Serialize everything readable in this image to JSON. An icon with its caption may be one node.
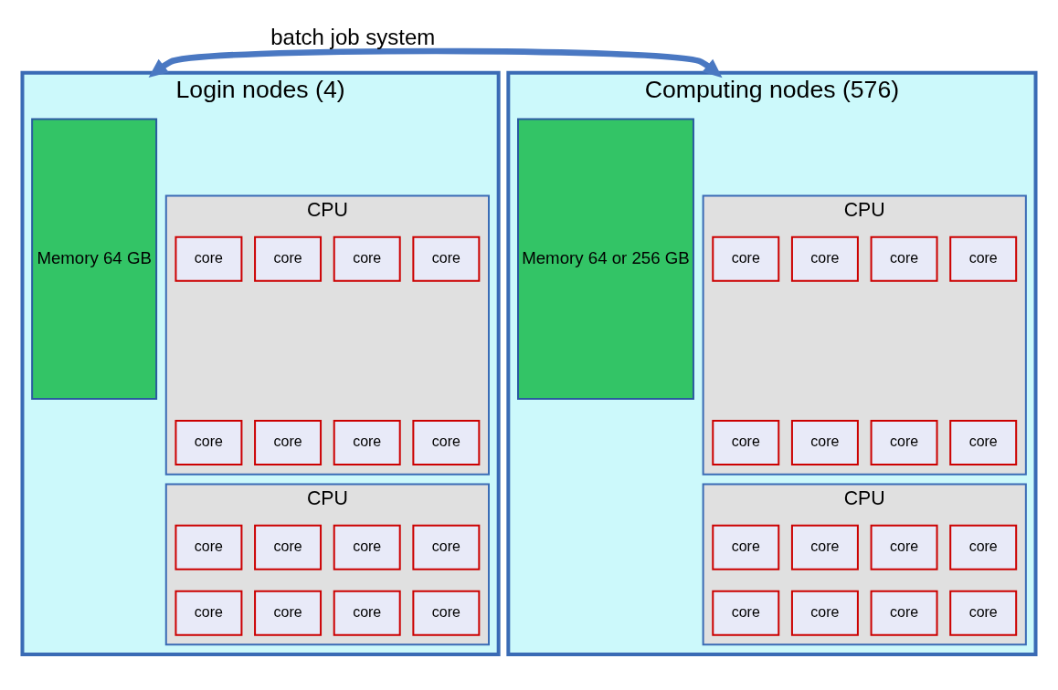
{
  "diagram": {
    "nodes": [
      {
        "text": [
          "Login nodes (4)"
        ]
      },
      {
        "text": [
          "CPU"
        ],
        "in": 0
      },
      {
        "text": [
          "core"
        ],
        "in": 1
      },
      {
        "text": [
          "core"
        ],
        "in": 1
      },
      {
        "text": [
          "core"
        ],
        "in": 1
      },
      {
        "text": [
          "core"
        ],
        "in": 1
      },
      {
        "text": [
          "core"
        ],
        "in": 1
      },
      {
        "text": [
          "core"
        ],
        "in": 1
      },
      {
        "text": [
          "core"
        ],
        "in": 1
      },
      {
        "text": [
          "core"
        ],
        "in": 1
      },
      {
        "text": [
          "CPU"
        ],
        "in": 0
      },
      {
        "text": [
          "core"
        ],
        "in": 10
      },
      {
        "text": [
          "core"
        ],
        "in": 10
      },
      {
        "text": [
          "core"
        ],
        "in": 10
      },
      {
        "text": [
          "core"
        ],
        "in": 10
      },
      {
        "text": [
          "core"
        ],
        "in": 10
      },
      {
        "text": [
          "core"
        ],
        "in": 10
      },
      {
        "text": [
          "core"
        ],
        "in": 10
      },
      {
        "text": [
          "core"
        ],
        "in": 10
      },
      {
        "text": [
          "Memory 64 GB"
        ],
        "in": 0
      },
      {
        "text": [
          "Computing nodes (576)"
        ]
      },
      {
        "text": [
          "CPU"
        ],
        "in": 20
      },
      {
        "text": [
          "core"
        ],
        "in": 21
      },
      {
        "text": [
          "core"
        ],
        "in": 21
      },
      {
        "text": [
          "core"
        ],
        "in": 21
      },
      {
        "text": [
          "core"
        ],
        "in": 21
      },
      {
        "text": [
          "core"
        ],
        "in": 21
      },
      {
        "text": [
          "core"
        ],
        "in": 21
      },
      {
        "text": [
          "core"
        ],
        "in": 21
      },
      {
        "text": [
          "core"
        ],
        "in": 21
      },
      {
        "text": [
          "CPU"
        ],
        "in": 20
      },
      {
        "text": [
          "core"
        ],
        "in": 30
      },
      {
        "text": [
          "core"
        ],
        "in": 30
      },
      {
        "text": [
          "core"
        ],
        "in": 30
      },
      {
        "text": [
          "core"
        ],
        "in": 30
      },
      {
        "text": [
          "core"
        ],
        "in": 30
      },
      {
        "text": [
          "core"
        ],
        "in": 30
      },
      {
        "text": [
          "core"
        ],
        "in": 30
      },
      {
        "text": [
          "core"
        ],
        "in": 30
      },
      {
        "text": [
          "Memory 64 or 256 GB"
        ],
        "in": 20
      }
    ],
    "edges": [
      {
        "from": 0,
        "to": 20,
        "arrow": "both",
        "label": "batch job system"
      }
    ]
  }
}
